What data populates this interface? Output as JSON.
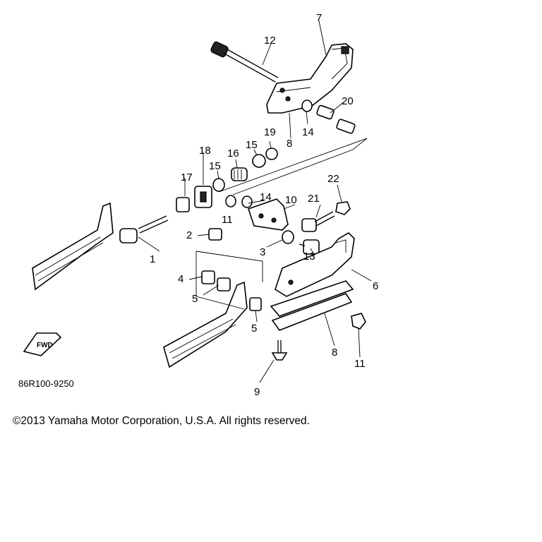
{
  "diagram": {
    "callouts": {
      "c1": "1",
      "c2": "2",
      "c3": "3",
      "c4": "4",
      "c5a": "5",
      "c5b": "5",
      "c6": "6",
      "c7": "7",
      "c8a": "8",
      "c8b": "8",
      "c9": "9",
      "c10": "10",
      "c11a": "11",
      "c11b": "11",
      "c12": "12",
      "c13": "13",
      "c14a": "14",
      "c14b": "14",
      "c15a": "15",
      "c15b": "15",
      "c16": "16",
      "c17": "17",
      "c18": "18",
      "c19": "19",
      "c20": "20",
      "c21": "21",
      "c22": "22"
    },
    "fwd_label": "FWD",
    "diagram_code": "86R100-9250"
  },
  "footer": {
    "copyright": "©2013 Yamaha Motor Corporation, U.S.A. All rights reserved."
  }
}
